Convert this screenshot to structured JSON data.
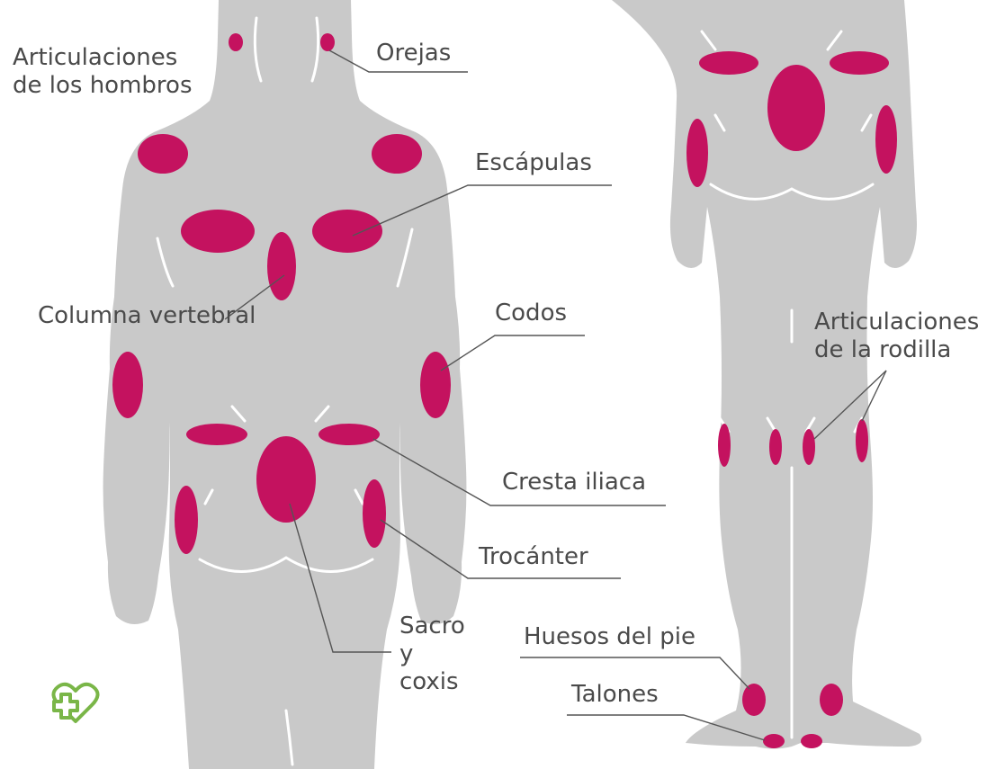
{
  "colors": {
    "body": "#c9c9c9",
    "highlight": "#c4125f",
    "crease": "#ffffff",
    "leader": "#555555",
    "text": "#4a4a4a",
    "logo": "#7ab648",
    "background": "#ffffff"
  },
  "logo": {
    "icon": "heart-cross-icon"
  },
  "labels": {
    "orejas": "Orejas",
    "hombros_1": "Articulaciones",
    "hombros_2": "de los hombros",
    "escapulas": "Escápulas",
    "columna": "Columna vertebral",
    "codos": "Codos",
    "cresta": "Cresta iliaca",
    "trocanter": "Trocánter",
    "sacro_1": "Sacro",
    "sacro_2": "y",
    "sacro_3": "coxis",
    "rodilla_1": "Articulaciones",
    "rodilla_2": "de la rodilla",
    "huesos_pie": "Huesos del pie",
    "talones": "Talones"
  }
}
